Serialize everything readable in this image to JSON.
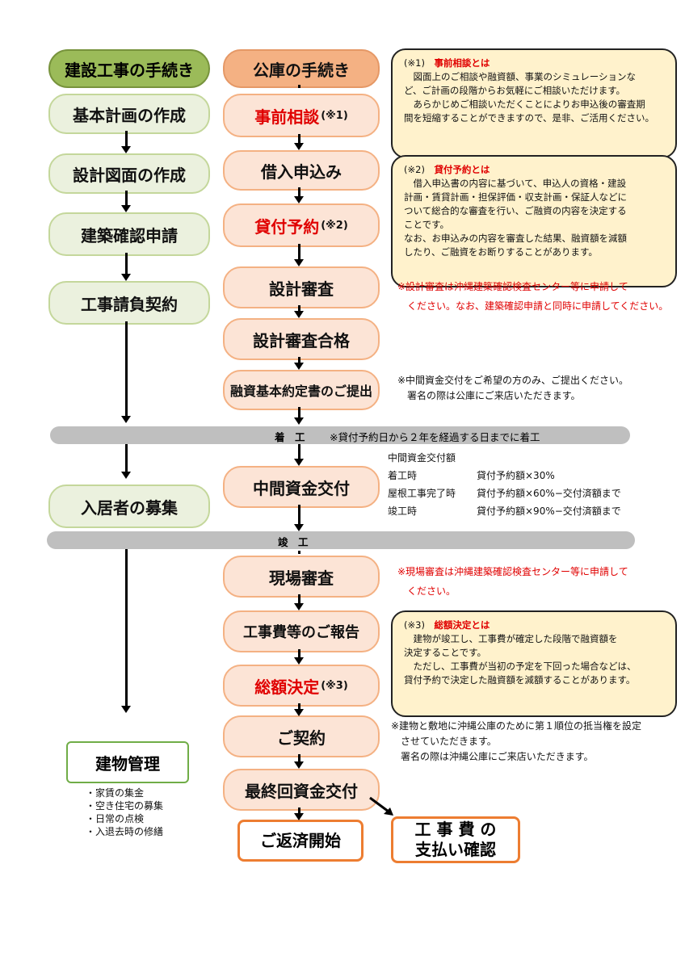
{
  "left": {
    "header": "建設工事の手続き",
    "steps": [
      "基本計画の作成",
      "設計図面の作成",
      "建築確認申請",
      "工事請負契約",
      "入居者の募集"
    ],
    "management": {
      "title": "建物管理",
      "items": [
        "・家賃の集金",
        "・空き住宅の募集",
        "・日常の点検",
        "・入退去時の修繕"
      ]
    }
  },
  "center": {
    "header": "公庫の手続き",
    "steps": {
      "s1": "事前相談",
      "s1_note": "(※1)",
      "s2": "借入申込み",
      "s3": "貸付予約",
      "s3_note": "(※2)",
      "s4": "設計審査",
      "s5": "設計審査合格",
      "s6": "融資基本約定書のご提出",
      "s7": "中間資金交付",
      "s8": "現場審査",
      "s9": "工事費等のご報告",
      "s10": "総額決定",
      "s10_note": "(※3)",
      "s11": "ご契約",
      "s12": "最終回資金交付",
      "s13": "ご返済開始"
    },
    "side_box": "工 事 費 の\n支払い確認"
  },
  "bars": {
    "chakko_label": "着　工",
    "chakko_note": "※貸付予約日から２年を経過する日までに着工",
    "shunko_label": "竣　工"
  },
  "notes": {
    "note1": {
      "title_prefix": "(※1)　",
      "title": "事前相談とは",
      "lines": [
        "　図面上のご相談や融資額、事業のシミュレーションな",
        "ど、ご計画の段階からお気軽にご相談いただけます。",
        "　あらかじめご相談いただくことによりお申込後の審査期",
        "間を短縮することができますので、是非、ご活用ください。"
      ]
    },
    "note2": {
      "title_prefix": "(※2)　",
      "title": "貸付予約とは",
      "lines": [
        "　借入申込書の内容に基づいて、申込人の資格・建設",
        "計画・賃貸計画・担保評価・収支計画・保証人などに",
        "ついて総合的な審査を行い、ご融資の内容を決定する",
        "ことです。",
        "なお、お申込みの内容を審査した結果、融資額を減額",
        "したり、ご融資をお断りすることがあります。"
      ]
    },
    "note3": {
      "title_prefix": "(※3)　",
      "title": "総額決定とは",
      "lines": [
        "　建物が竣工し、工事費が確定した段階で融資額を",
        "決定することです。",
        "　ただし、工事費が当初の予定を下回った場合などは、",
        "貸付予約で決定した融資額を減額することがあります。"
      ]
    },
    "design_review": [
      "※設計審査は沖縄建築確認検査センター等に申請して",
      "　ください。なお、建築確認申請と同時に申請してください。"
    ],
    "loan_doc": [
      "※中間資金交付をご希望の方のみ、ご提出ください。",
      "　署名の際は公庫にご来店いただきます。"
    ],
    "interim_title": "中間資金交付額",
    "interim_rows": [
      {
        "stage": "着工時",
        "amount": "貸付予約額×30%"
      },
      {
        "stage": "屋根工事完了時",
        "amount": "貸付予約額×60%−交付済額まで"
      },
      {
        "stage": "竣工時",
        "amount": "貸付予約額×90%−交付済額まで"
      }
    ],
    "site_review": [
      "※現場審査は沖縄建築確認検査センター等に申請して",
      "　ください。"
    ],
    "contract": [
      "※建物と敷地に沖縄公庫のために第１順位の抵当権を設定",
      "　させていただきます。",
      "　署名の際は沖縄公庫にご来店いただきます。"
    ]
  }
}
